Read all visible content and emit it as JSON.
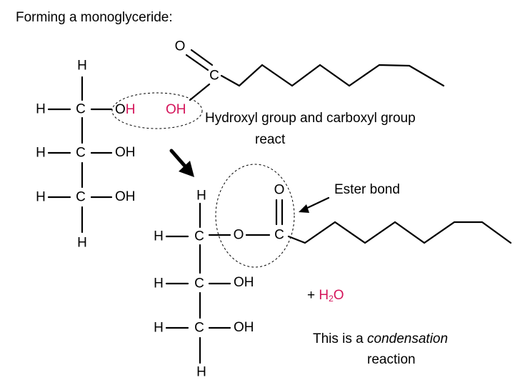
{
  "title": "Forming a monoglyceride:",
  "atoms": {
    "H": "H",
    "C": "C",
    "O": "O",
    "OH": "OH",
    "O_in_OH": "O"
  },
  "annotations": {
    "hydroxyl_carboxyl_line1": "Hydroxyl group and carboxyl group",
    "hydroxyl_carboxyl_line2": "react",
    "ester_bond": "Ester bond",
    "plus": "+ ",
    "water_h": "H",
    "water_sub": "2",
    "water_o": "O",
    "condensation_prefix": "This is a ",
    "condensation_word": "condensation",
    "condensation_line2": "reaction"
  },
  "colors": {
    "highlight": "#d4145a",
    "text": "#000000",
    "line": "#000000"
  }
}
